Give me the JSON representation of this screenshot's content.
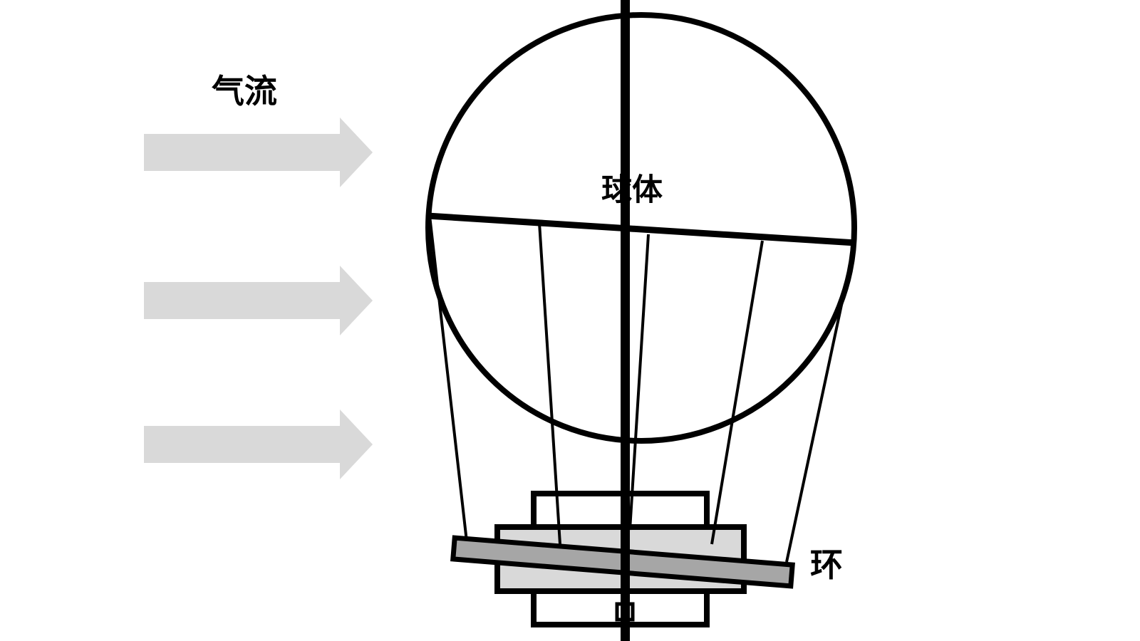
{
  "diagram": {
    "title": "sphere-anemometer-balloon-diagram",
    "labels": {
      "airflow": "气流",
      "sphere": "球体",
      "ring": "环"
    },
    "colors": {
      "background": "#ffffff",
      "line": "#000000",
      "arrow_gray": "#d9d9d9",
      "plate_gray": "#d9d9d9",
      "ring_gray": "#a6a6a6",
      "sphere_fill": "#ffffff",
      "box_fill": "#ffffff"
    }
  }
}
